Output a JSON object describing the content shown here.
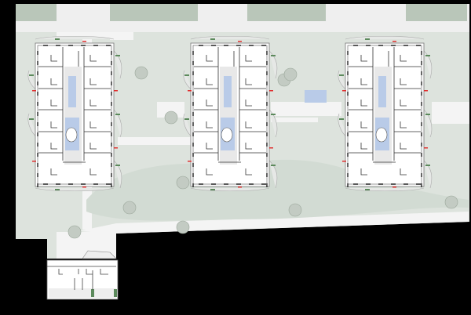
{
  "colors": {
    "background": "#000000",
    "lawn": "#dbe2dc",
    "paving": "#eeeeee",
    "building": "#ffffff",
    "wall": "#333333",
    "water": "#b9cbe8",
    "tree": "#b8c4b8",
    "balcony": "#e6e8e6",
    "accent_red": "#e03030",
    "accent_green": "#5c8a5c"
  },
  "plan": {
    "buildings": [
      "building-west",
      "building-center",
      "building-east"
    ]
  }
}
